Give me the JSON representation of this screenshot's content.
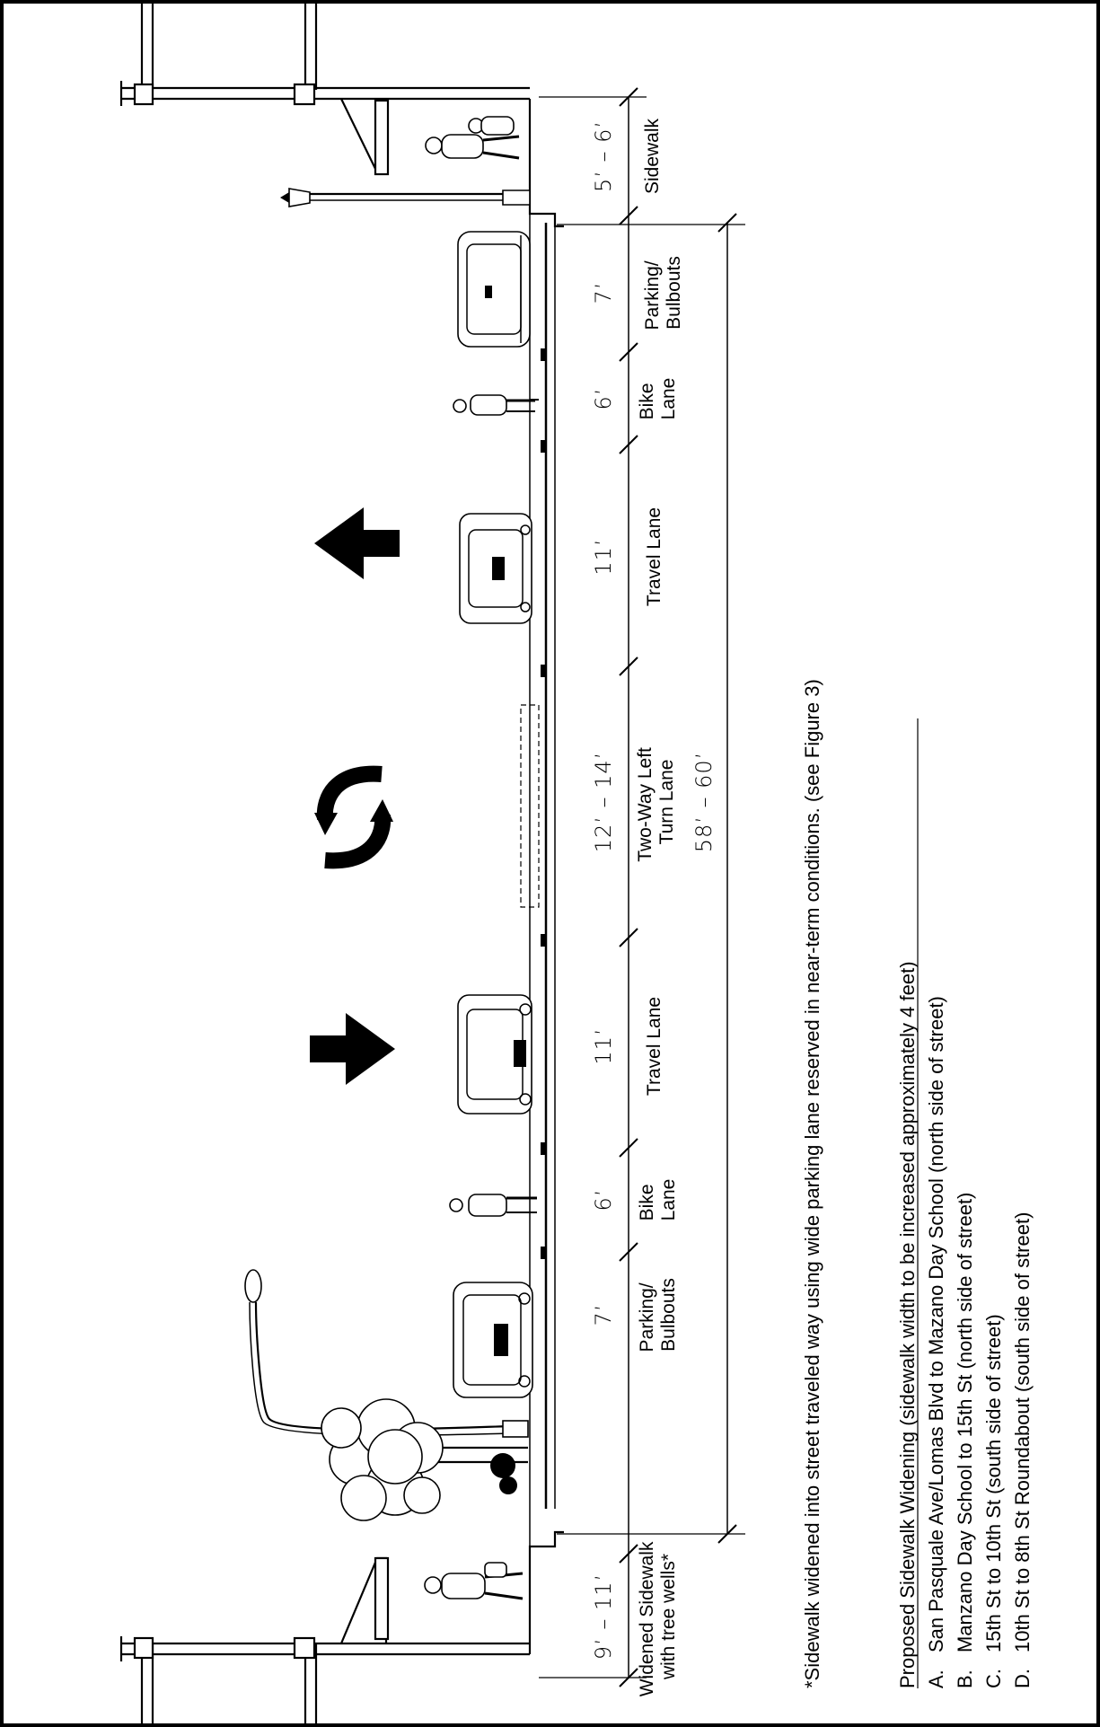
{
  "sections": [
    {
      "dimension": "5’ – 6’",
      "label_lines": [
        "Sidewalk"
      ]
    },
    {
      "dimension": "7’",
      "label_lines": [
        "Parking/",
        "Bulbouts"
      ]
    },
    {
      "dimension": "6’",
      "label_lines": [
        "Bike",
        "Lane"
      ]
    },
    {
      "dimension": "11’",
      "label_lines": [
        "Travel Lane"
      ]
    },
    {
      "dimension": "12’ – 14’",
      "label_lines": [
        "Two-Way Left",
        "Turn Lane"
      ]
    },
    {
      "dimension": "11’",
      "label_lines": [
        "Travel Lane"
      ]
    },
    {
      "dimension": "6’",
      "label_lines": [
        "Bike",
        "Lane"
      ]
    },
    {
      "dimension": "7’",
      "label_lines": [
        "Parking/",
        "Bulbouts"
      ]
    },
    {
      "dimension": "9’ – 11’",
      "label_lines": [
        "Widened Sidewalk",
        "with tree wells*"
      ]
    }
  ],
  "overall_dimension": "58’ – 60’",
  "footnote": "*Sidewalk widened into street traveled way using wide parking lane reserved in near-term conditions. (see Figure 3)",
  "proposal": {
    "title": "Proposed Sidewalk Widening (sidewalk width to be increased approximately 4 feet)",
    "items": [
      {
        "letter": "A.",
        "text": "San Pasquale Ave/Lomas Blvd to Mazano Day School (north side of street)"
      },
      {
        "letter": "B.",
        "text": "Manzano Day School to 15th St (north side of street)"
      },
      {
        "letter": "C.",
        "text": "15th St to 10th St (south side of street)"
      },
      {
        "letter": "D.",
        "text": "10th St to 8th St Roundabout (south side of street)"
      }
    ]
  },
  "icons": [
    "arrow-left-icon",
    "arrow-right-icon",
    "turn-arrows-icon",
    "car-icon",
    "bicyclist-icon",
    "pedestrian-icon",
    "street-lamp-icon",
    "tree-icon",
    "building-icon"
  ]
}
